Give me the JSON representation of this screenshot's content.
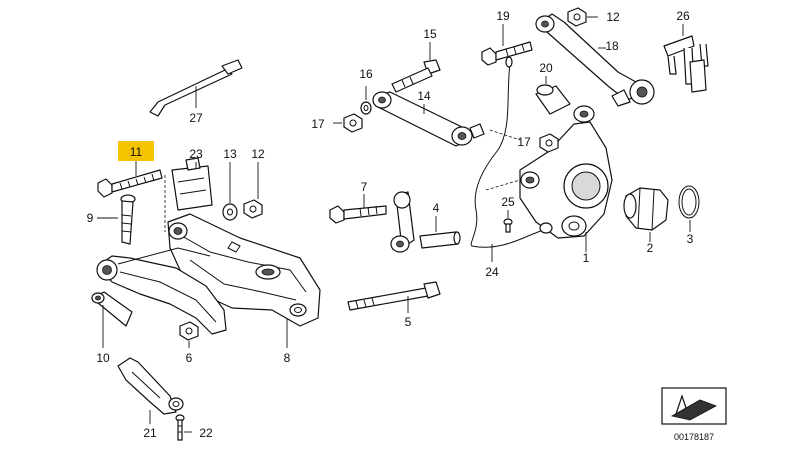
{
  "highlight_color": "#f5c400",
  "callouts": {
    "c1": "1",
    "c2": "2",
    "c3": "3",
    "c4": "4",
    "c5": "5",
    "c6": "6",
    "c7": "7",
    "c8": "8",
    "c9": "9",
    "c10": "10",
    "c11": "11",
    "c12a": "12",
    "c12b": "12",
    "c13": "13",
    "c14": "14",
    "c15": "15",
    "c16": "16",
    "c17a": "17",
    "c17b": "17",
    "c18": "18",
    "c19": "19",
    "c20": "20",
    "c21": "21",
    "c22": "22",
    "c23": "23",
    "c24": "24",
    "c25": "25",
    "c26": "26",
    "c27": "27"
  },
  "diagram_code": "00178187",
  "icons": {
    "orientation": "car-orientation-icon"
  }
}
